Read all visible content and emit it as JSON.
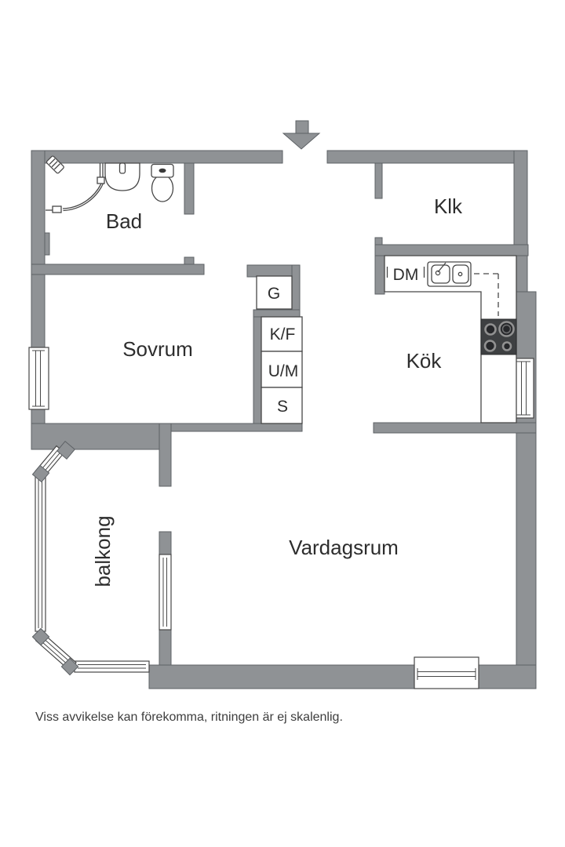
{
  "floorplan": {
    "rooms": [
      {
        "name": "bathroom",
        "label": "Bad"
      },
      {
        "name": "closet-room",
        "label": "Klk"
      },
      {
        "name": "bedroom",
        "label": "Sovrum"
      },
      {
        "name": "kitchen",
        "label": "Kök"
      },
      {
        "name": "living-room",
        "label": "Vardagsrum"
      },
      {
        "name": "balcony",
        "label": "balkong"
      }
    ],
    "units": [
      {
        "name": "wardrobe",
        "label": "G"
      },
      {
        "name": "fridge-freezer",
        "label": "K/F"
      },
      {
        "name": "washing-machine",
        "label": "U/M"
      },
      {
        "name": "cleaning-closet",
        "label": "S"
      },
      {
        "name": "dishwasher",
        "label": "DM"
      }
    ],
    "fixtures": [
      "entrance-arrow",
      "shower",
      "washbasin",
      "toilet",
      "kitchen-sink",
      "stove"
    ],
    "disclaimer": "Viss avvikelse kan förekomma, ritningen är ej skalenlig.",
    "colors": {
      "wall": "#8f9295",
      "wall_outline": "#5d6165",
      "line": "#474747",
      "text": "#2d2d2d",
      "stove": "#3e4042",
      "background": "#ffffff"
    }
  }
}
